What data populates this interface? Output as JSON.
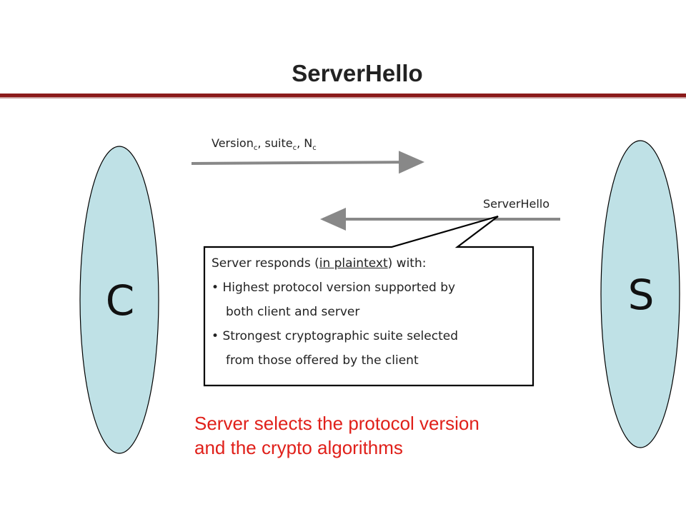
{
  "slide": {
    "title": "ServerHello"
  },
  "diagram": {
    "client_label": "C",
    "server_label": "S",
    "client_message": {
      "base1": "Version",
      "sub1": "c",
      "sep1": ", suite",
      "sub2": "c",
      "sep2": ", N",
      "sub3": "c"
    },
    "server_message": "ServerHello",
    "callout": {
      "intro_before": "Server responds (",
      "intro_underlined": "in plaintext",
      "intro_after": ") with:",
      "bullet1_line1": "Highest protocol version supported by",
      "bullet1_line2": "both client and server",
      "bullet2_line1": "Strongest cryptographic suite selected",
      "bullet2_line2": "from those offered by the client"
    },
    "note_line1": "Server selects the protocol version",
    "note_line2": "and the crypto algorithms"
  },
  "colors": {
    "ellipse_fill": "#bfe1e6",
    "arrow": "#888888",
    "rule": "#8b1a1a",
    "note": "#e0201a"
  }
}
